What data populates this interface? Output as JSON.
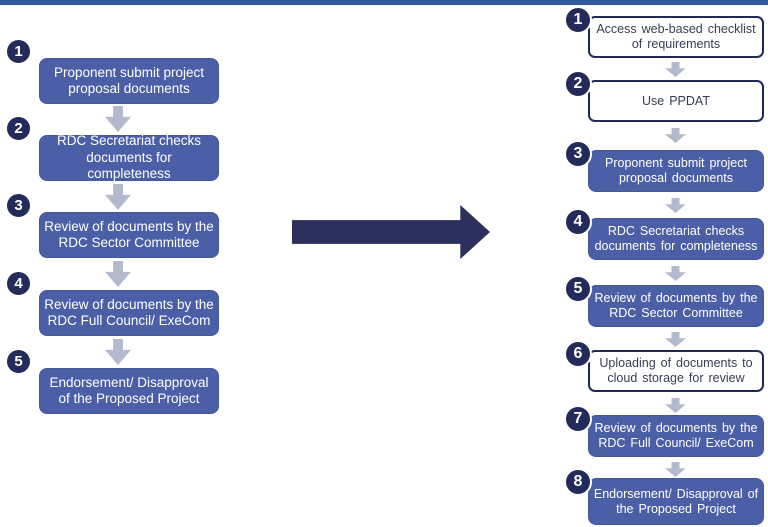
{
  "diagram": {
    "description": "Process flow comparison: current 5-step RDC project proposal process transitioning to enhanced 8-step process",
    "transition_arrow": {
      "direction": "right",
      "color": "#2a2f5b"
    },
    "down_arrow_color": "#b4bacd",
    "top_bar_color": "#30589c"
  },
  "colors": {
    "filled_box_blue": "#4b5fa6",
    "circle_navy": "#222b59",
    "outline_box_border_navy": "#1e2a52",
    "outline_box_text": "#373e52",
    "box_text_white": "#ffffff"
  },
  "left_flow": {
    "steps": [
      {
        "num": "1",
        "text": "Proponent submit project proposal documents",
        "style": "filled"
      },
      {
        "num": "2",
        "text": "RDC Secretariat checks documents for completeness",
        "style": "filled"
      },
      {
        "num": "3",
        "text": "Review of documents by the RDC Sector Committee",
        "style": "filled"
      },
      {
        "num": "4",
        "text": "Review of documents by the RDC Full Council/ ExeCom",
        "style": "filled"
      },
      {
        "num": "5",
        "text": "Endorsement/ Disapproval of the Proposed Project",
        "style": "filled"
      }
    ]
  },
  "right_flow": {
    "steps": [
      {
        "num": "1",
        "text": "Access web-based checklist of requirements",
        "style": "outline"
      },
      {
        "num": "2",
        "text": "Use PPDAT",
        "style": "outline"
      },
      {
        "num": "3",
        "text": "Proponent submit project proposal documents",
        "style": "filled"
      },
      {
        "num": "4",
        "text": "RDC Secretariat checks documents for completeness",
        "style": "filled"
      },
      {
        "num": "5",
        "text": "Review of documents by the RDC Sector Committee",
        "style": "filled"
      },
      {
        "num": "6",
        "text": "Uploading of documents to cloud storage for review",
        "style": "outline"
      },
      {
        "num": "7",
        "text": "Review of documents by the RDC Full Council/ ExeCom",
        "style": "filled"
      },
      {
        "num": "8",
        "text": "Endorsement/ Disapproval of the Proposed Project",
        "style": "filled"
      }
    ]
  }
}
